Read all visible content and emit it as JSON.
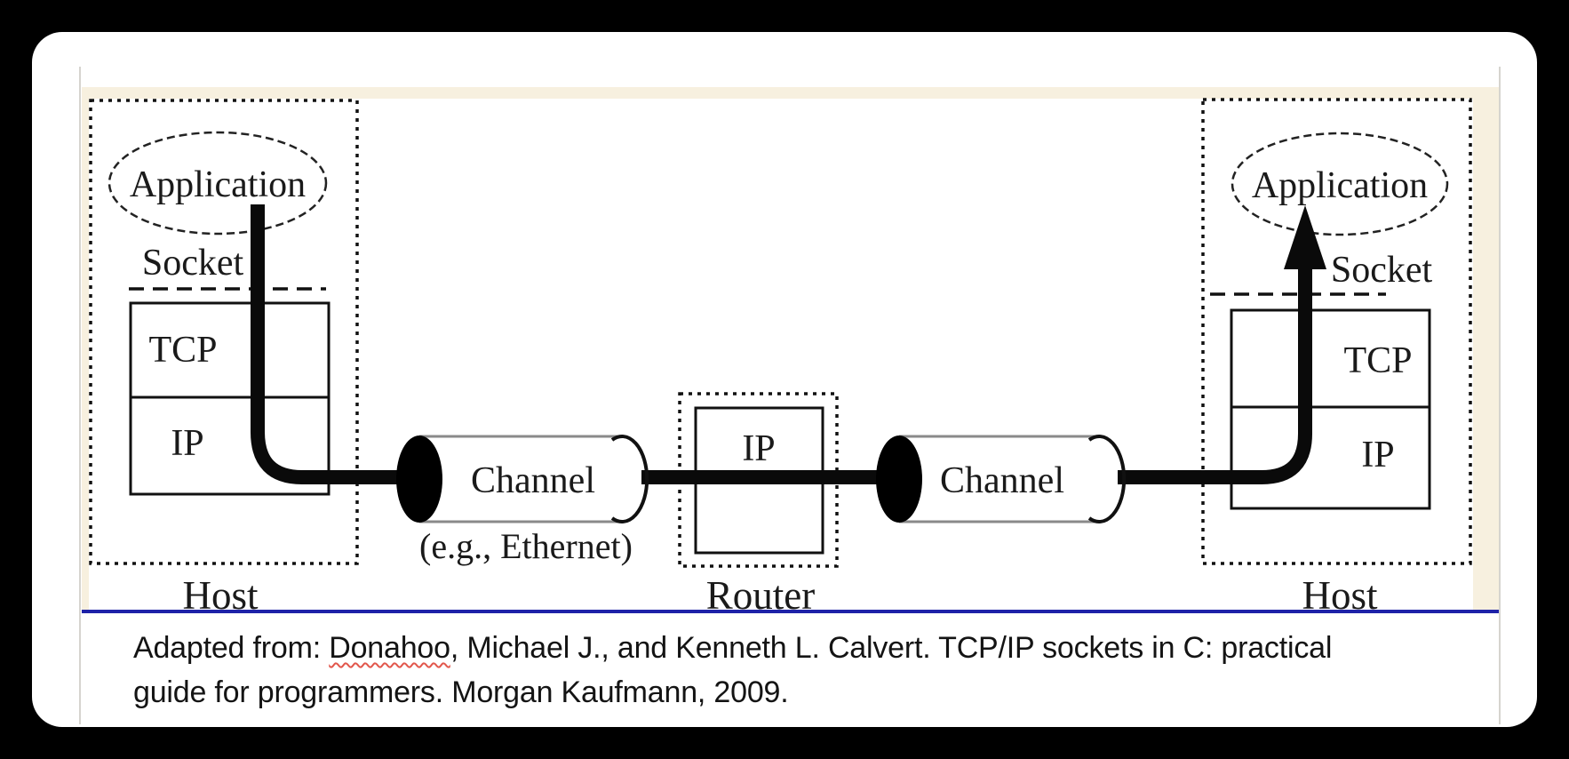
{
  "diagram": {
    "host_left": {
      "application": "Application",
      "socket": "Socket",
      "tcp": "TCP",
      "ip": "IP",
      "label": "Host"
    },
    "channel_left": {
      "label": "Channel",
      "sublabel": "(e.g., Ethernet)"
    },
    "router": {
      "ip": "IP",
      "label": "Router"
    },
    "channel_right": {
      "label": "Channel"
    },
    "host_right": {
      "application": "Application",
      "socket": "Socket",
      "tcp": "TCP",
      "ip": "IP",
      "label": "Host"
    }
  },
  "citation": {
    "prefix": "Adapted from: ",
    "misspelled_word": "Donahoo",
    "line1_rest": ", Michael J., and Kenneth L. Calvert. TCP/IP sockets in C: practical",
    "line2": "guide for programmers. Morgan Kaufmann, 2009."
  },
  "colors": {
    "slide_background": "#f7f0df",
    "diagram_background": "#ffffff",
    "stroke": "#111111",
    "flow_line": "#0a0a0a",
    "cylinder_edge": "#8a8a8a",
    "divider_blue": "#1e22a8",
    "spellcheck_red": "#e2574c",
    "window_background": "#ffffff",
    "page_background": "#000000"
  }
}
